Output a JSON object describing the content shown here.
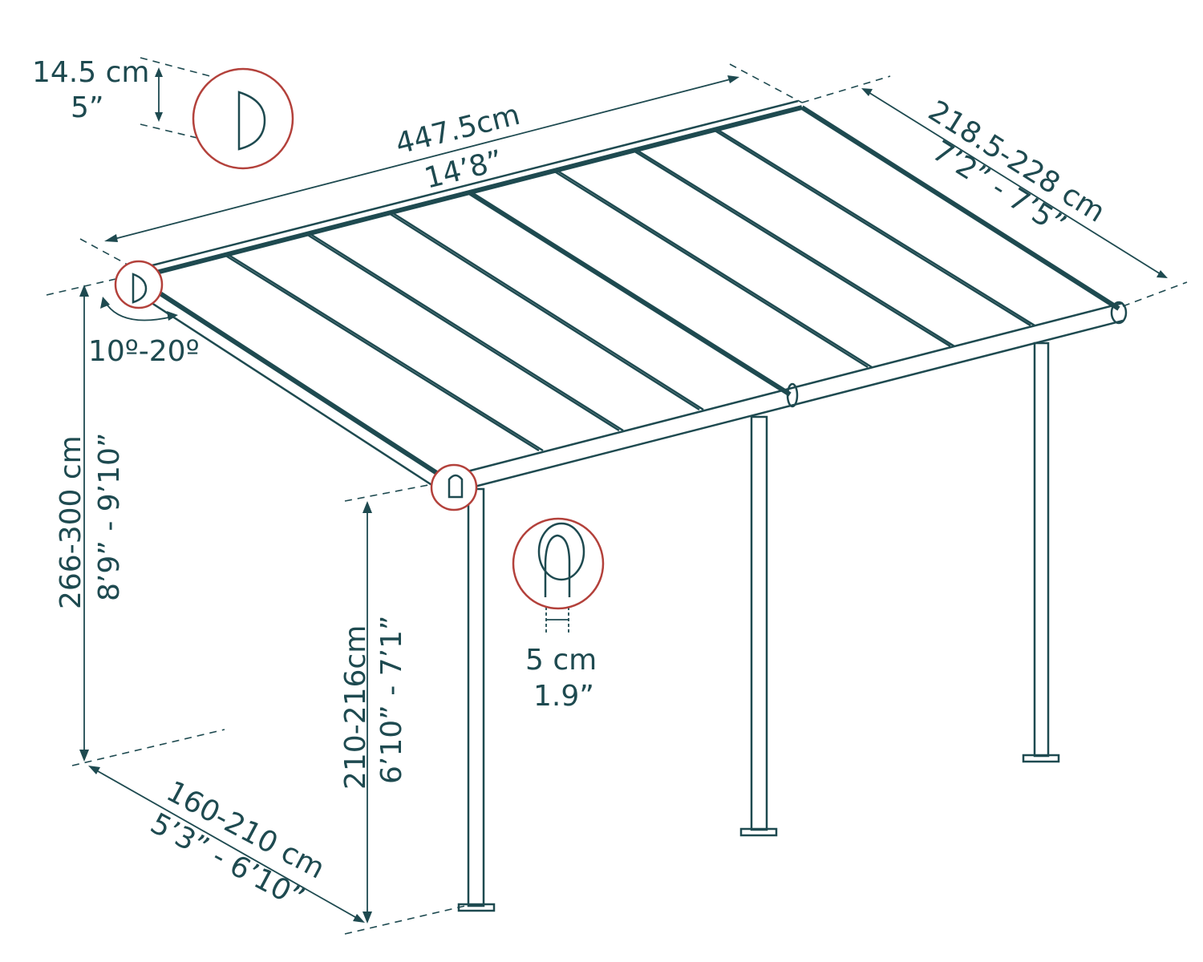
{
  "colors": {
    "line": "#1e4a50",
    "detail_circle": "#b3413b"
  },
  "dimensions": {
    "profile_height": {
      "metric": "14.5 cm",
      "imperial": "5”"
    },
    "length": {
      "metric": "447.5cm",
      "imperial": "14’8”"
    },
    "depth": {
      "metric": "218.5-228 cm",
      "imperial": "7’2” - 7’5”"
    },
    "angle": {
      "value": "10º-20º"
    },
    "wall_height": {
      "metric": "266-300 cm",
      "imperial": "8’9” - 9’10”"
    },
    "post_height": {
      "metric": "210-216cm",
      "imperial": "6’10” - 7’1”"
    },
    "post_spacing": {
      "metric": "160-210 cm",
      "imperial": "5’3” - 6’10”"
    },
    "post_width": {
      "metric": "5 cm",
      "imperial": "1.9”"
    }
  }
}
